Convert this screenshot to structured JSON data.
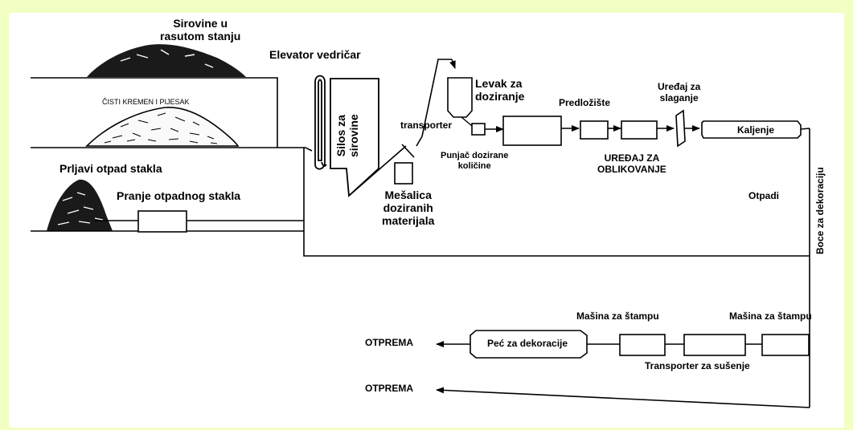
{
  "labels": {
    "sirovine": "Sirovine u\nrasutom stanju",
    "elevator": "Elevator vedričar",
    "cisti_kremen": "ČISTI KREMEN I PIJESAK",
    "prljavi_otpad": "Prljavi otpad stakla",
    "pranje": "Pranje otpadnog stakla",
    "silos": "Silos za\nsirovine",
    "transporter": "transporter",
    "levak": "Levak za\ndoziranje",
    "punjac": "Punjač dozirane\nkoličine",
    "mesalica": "Mešalica\ndoziranih\nmaterijala",
    "predloziste": "Predložište",
    "uredjaj_slaganje": "Uređaj za\nslaganje",
    "kaljenje": "Kaljenje",
    "uredjaj_oblikovanje": "UREĐAJ ZA\nOBLIKOVANJE",
    "otpadi": "Otpadi",
    "boce": "Boce za dekoraciju",
    "masina_stampu_1": "Mašina za štampu",
    "masina_stampu_2": "Mašina za štampu",
    "pec": "Peć za dekoracije",
    "transporter_susenje": "Transporter za sušenje",
    "otprema_1": "OTPREMA",
    "otprema_2": "OTPREMA"
  },
  "icons": [
    "raw-material-pile-icon",
    "quartz-sand-pile-icon",
    "waste-glass-pile-icon",
    "bucket-elevator-icon",
    "arrow-icon"
  ]
}
